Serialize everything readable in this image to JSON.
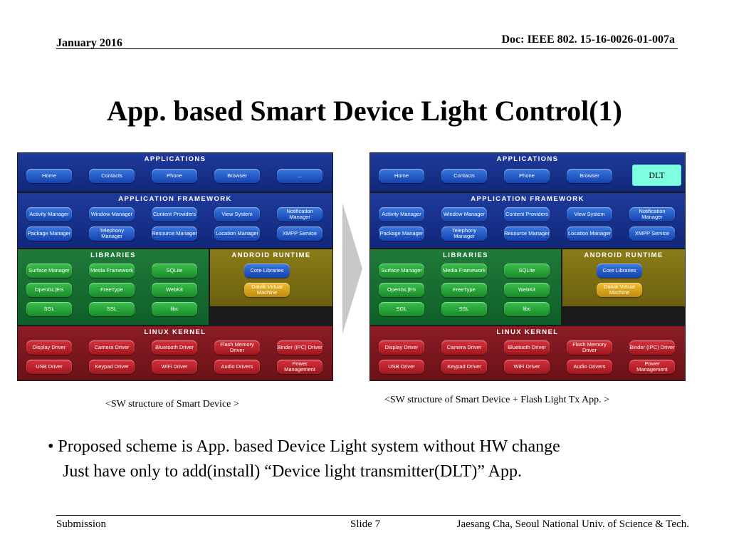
{
  "header": {
    "date": "January 2016",
    "doc": "Doc: IEEE 802. 15-16-0026-01-007a"
  },
  "title": "App. based Smart Device Light Control(1)",
  "diagram": {
    "applications_label": "Applications",
    "applications": [
      "Home",
      "Contacts",
      "Phone",
      "Browser",
      "..."
    ],
    "framework_label": "Application Framework",
    "framework_row1": [
      "Activity Manager",
      "Window Manager",
      "Content Providers",
      "View System",
      "Notification Manager"
    ],
    "framework_row2": [
      "Package Manager",
      "Telephony Manager",
      "Resource Manager",
      "Location Manager",
      "XMPP Service"
    ],
    "libraries_label": "Libraries",
    "libraries_row1": [
      "Surface Manager",
      "Media Framework",
      "SQLite"
    ],
    "libraries_row2": [
      "OpenGL|ES",
      "FreeType",
      "WebKit"
    ],
    "libraries_row3": [
      "SGL",
      "SSL",
      "libc"
    ],
    "runtime_label": "Android Runtime",
    "runtime": [
      "Core Libraries",
      "Dalvik Virtual Machine"
    ],
    "kernel_label": "Linux Kernel",
    "kernel_row1": [
      "Display Driver",
      "Camera Driver",
      "Bluetooth Driver",
      "Flash Memory Driver",
      "Binder (IPC) Driver"
    ],
    "kernel_row2": [
      "USB Driver",
      "Keypad Driver",
      "WiFi Driver",
      "Audio Drivers",
      "Power Management"
    ],
    "dlt_label": "DLT"
  },
  "captions": {
    "left": "<SW structure of Smart Device >",
    "right": "<SW structure of Smart Device + Flash Light Tx App. >"
  },
  "body": {
    "bullet_mark": "•",
    "line1": "Proposed scheme is App. based Device Light system without HW change",
    "line2": "Just have only to add(install) “Device light transmitter(DLT)” App."
  },
  "footer": {
    "submission": "Submission",
    "slide": "Slide 7",
    "author": "Jaesang Cha, Seoul National Univ. of  Science & Tech."
  }
}
